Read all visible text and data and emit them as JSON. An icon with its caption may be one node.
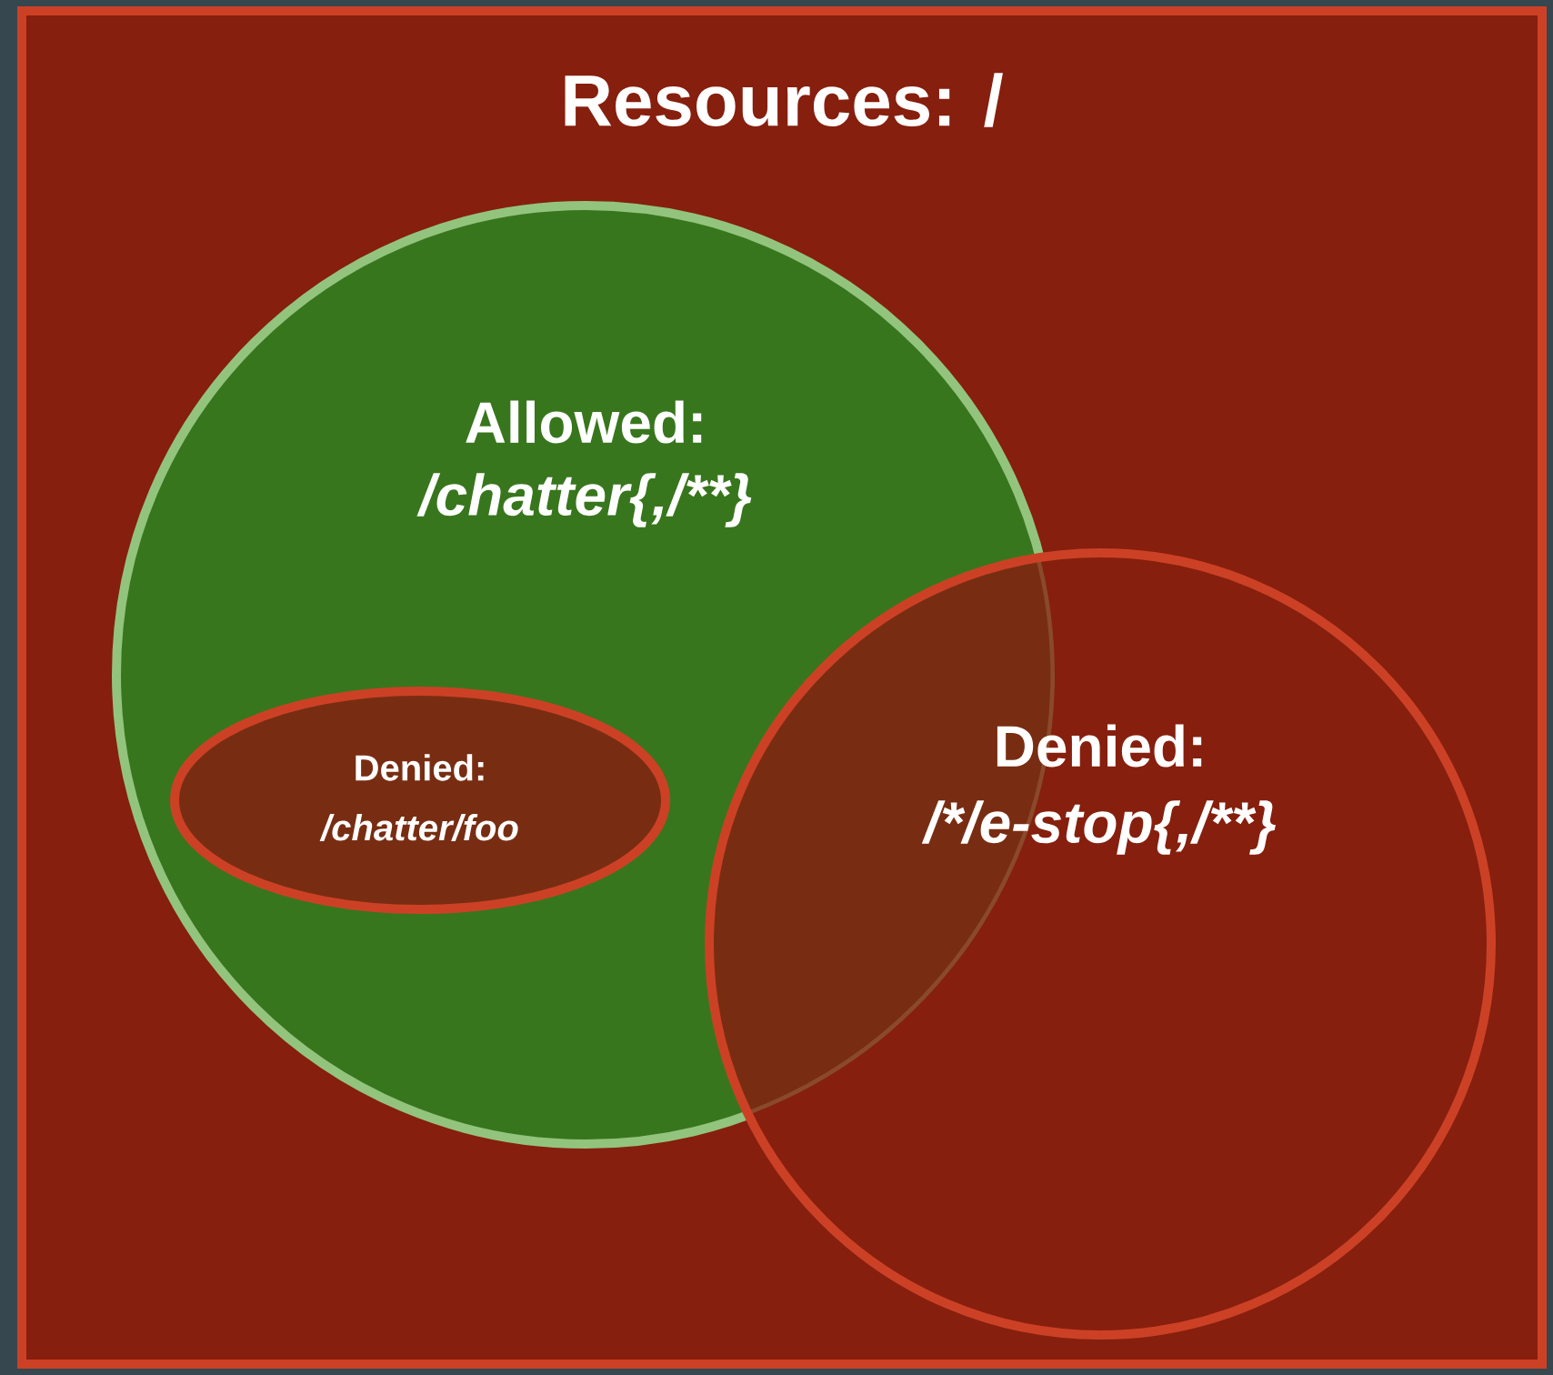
{
  "diagram": {
    "nodes": [
      {
        "text": [
          "Resources: /"
        ]
      },
      {
        "text": [
          "Allowed:",
          "/chatter{,/**}"
        ],
        "in": 0
      },
      {
        "text": [
          "Denied:",
          "/chatter/foo"
        ],
        "in": 1
      },
      {
        "text": [
          "Denied:",
          "/*/e-stop{,/**}"
        ],
        "in": 0
      }
    ],
    "edges": []
  }
}
